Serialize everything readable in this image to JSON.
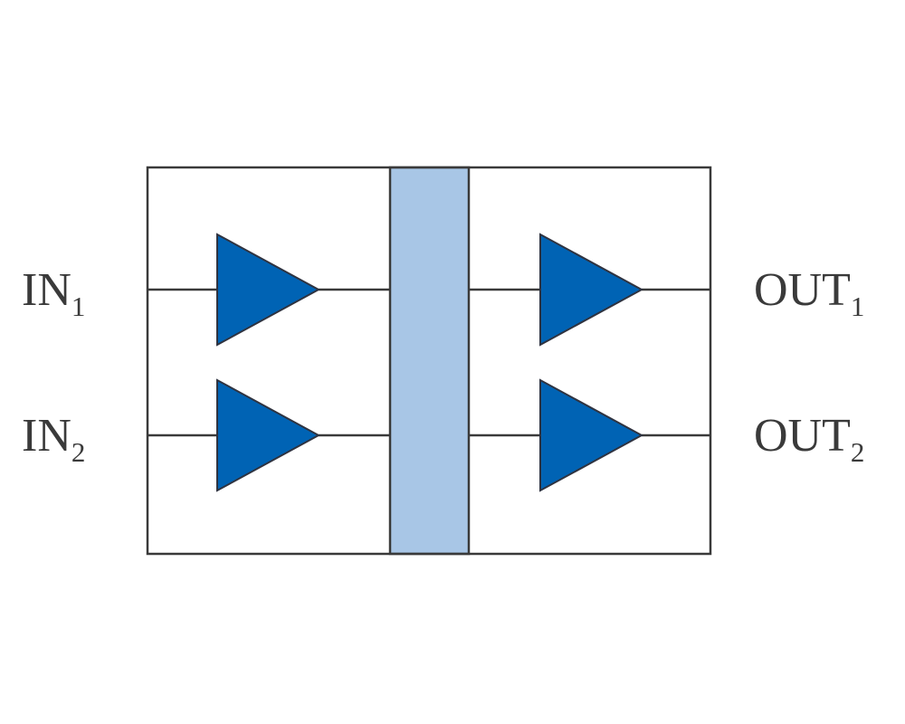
{
  "colors": {
    "amplifier_fill": "#0063b4",
    "center_bar_fill": "#a8c6e6",
    "line": "#3a3a3a",
    "label_text": "#3a3a3a",
    "background": "#ffffff"
  },
  "inputs": [
    {
      "base": "IN",
      "sub": "1"
    },
    {
      "base": "IN",
      "sub": "2"
    }
  ],
  "outputs": [
    {
      "base": "OUT",
      "sub": "1"
    },
    {
      "base": "OUT",
      "sub": "2"
    }
  ]
}
